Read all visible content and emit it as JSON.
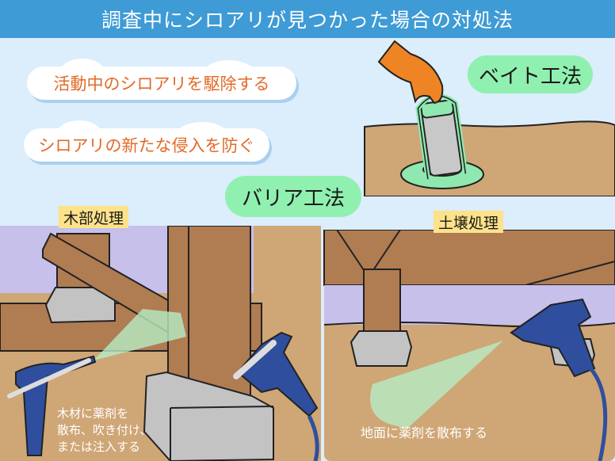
{
  "title": "調査中にシロアリが見つかった場合の対処法",
  "goals": [
    {
      "label": "活動中のシロアリを駆除する"
    },
    {
      "label": "シロアリの新たな侵入を防ぐ"
    }
  ],
  "methods": {
    "bait": {
      "label": "ベイト工法"
    },
    "barrier": {
      "label": "バリア工法"
    }
  },
  "treatments": {
    "wood": {
      "label": "木部処理",
      "note_lines": [
        "木材に薬剤を",
        "散布、吹き付け、",
        "または注入する"
      ]
    },
    "soil": {
      "label": "土壌処理",
      "note": "地面に薬剤を散布する"
    }
  },
  "colors": {
    "header": "#3e9bd5",
    "sky": "#dcedfb",
    "accent_text": "#e26a28",
    "method_pill": "#8ff0b0",
    "tag": "#fde28a",
    "soil": "#cfa676",
    "wood": "#b07c52",
    "crawlspace": "#c7c0ea",
    "concrete": "#c3c3c3",
    "sprayer": "#2f4f9e",
    "glove": "#ee8424"
  }
}
